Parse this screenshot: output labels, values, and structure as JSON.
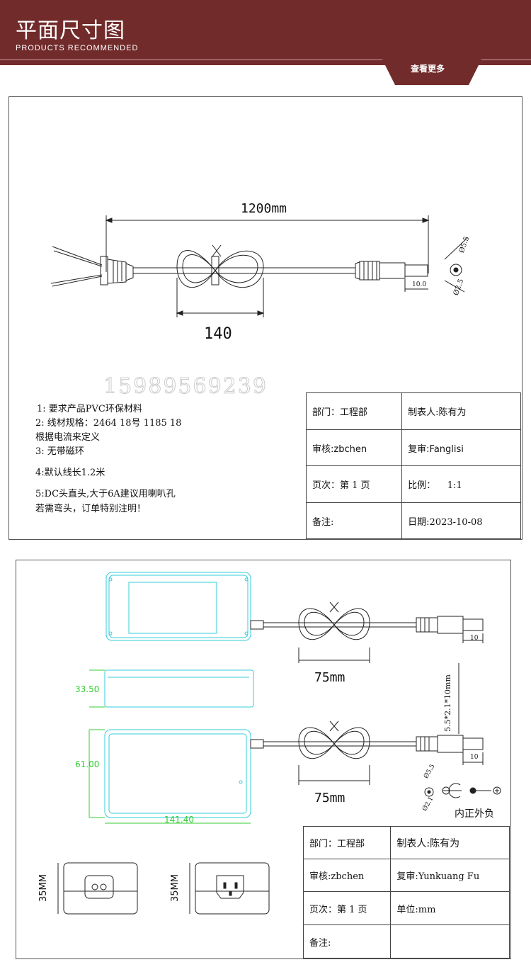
{
  "header": {
    "title": "平面尺寸图",
    "subtitle": "PRODUCTS RECOMMENDED",
    "more_label": "查看更多"
  },
  "colors": {
    "banner": "#722b2b",
    "cyan": "#33ccdd",
    "green": "#33cc33"
  },
  "drawing1": {
    "dim_length": "1200mm",
    "dim_loop": "140",
    "dim_plug": "10.0",
    "dim_od": "Ø5.5",
    "dim_id": "Ø2.5",
    "watermark": "15989569239",
    "notes": [
      "1: 要求产品PVC环保材料",
      "2:  线材规格：2464  18号     1185   18",
      "   根据电流来定义",
      " 3: 无带磁环",
      "4:默认线长1.2米",
      "5:DC头直头,大于6A建议用喇叭孔",
      "若需弯头，订单特别注明！"
    ],
    "table": {
      "dept": "部门：工程部",
      "maker": "制表人:陈有为",
      "review": "审核:zbchen",
      "recheck": "复审:Fanglisi",
      "page": "页次：第 1 页",
      "scale_label": "比例：",
      "scale_value": "1:1",
      "remark": "备注:",
      "date": "日期:2023-10-08"
    }
  },
  "drawing2": {
    "dim_loop_top": "75mm",
    "dim_loop_bottom": "75mm",
    "dim_plug_top": "10",
    "dim_plug_bottom": "10",
    "dim_height": "33.50",
    "dim_width": "61.00",
    "dim_length": "141.40",
    "dim_plug_spec": "5.5*2.1*10mm",
    "dim_od": "Ø5.5",
    "dim_id": "Ø2.1",
    "polarity_label": "内正外负",
    "socket_dim_left": "35MM",
    "socket_dim_right": "35MM",
    "table": {
      "dept": "部门：工程部",
      "maker": "制表人:陈有为",
      "review": "审核:zbchen",
      "recheck": "复审:Yunkuang   Fu",
      "page": "页次：第 1 页",
      "unit": "单位:mm",
      "remark": "备注:"
    }
  }
}
